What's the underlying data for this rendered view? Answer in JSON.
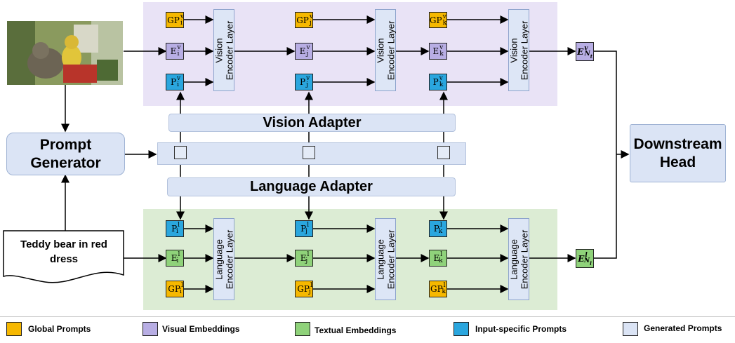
{
  "modules": {
    "vision_adapter": "Vision Adapter",
    "language_adapter": "Language Adapter",
    "prompt_generator": "Prompt\nGenerator",
    "downstream_head": "Downstream\nHead",
    "text_input": "Teddy bear in red\ndress",
    "vision_encoder": "Vision\nEncoder Layer",
    "language_encoder": "Language\nEncoder Layer"
  },
  "colors": {
    "global_prompt": "#f6b800",
    "visual_embedding": "#b8aee4",
    "textual_embedding": "#8fd27a",
    "input_prompt": "#2aa6de",
    "generated_prompt": "#dbe4f5"
  },
  "legend": [
    {
      "label": "Global Prompts",
      "color": "#f6b800"
    },
    {
      "label": "Visual Embeddings",
      "color": "#b8aee4"
    },
    {
      "label": "Textual Embeddings",
      "color": "#8fd27a"
    },
    {
      "label": "Input-specific Prompts",
      "color": "#2aa6de"
    },
    {
      "label": "Generated Prompts",
      "color": "#dbe4f5"
    }
  ]
}
